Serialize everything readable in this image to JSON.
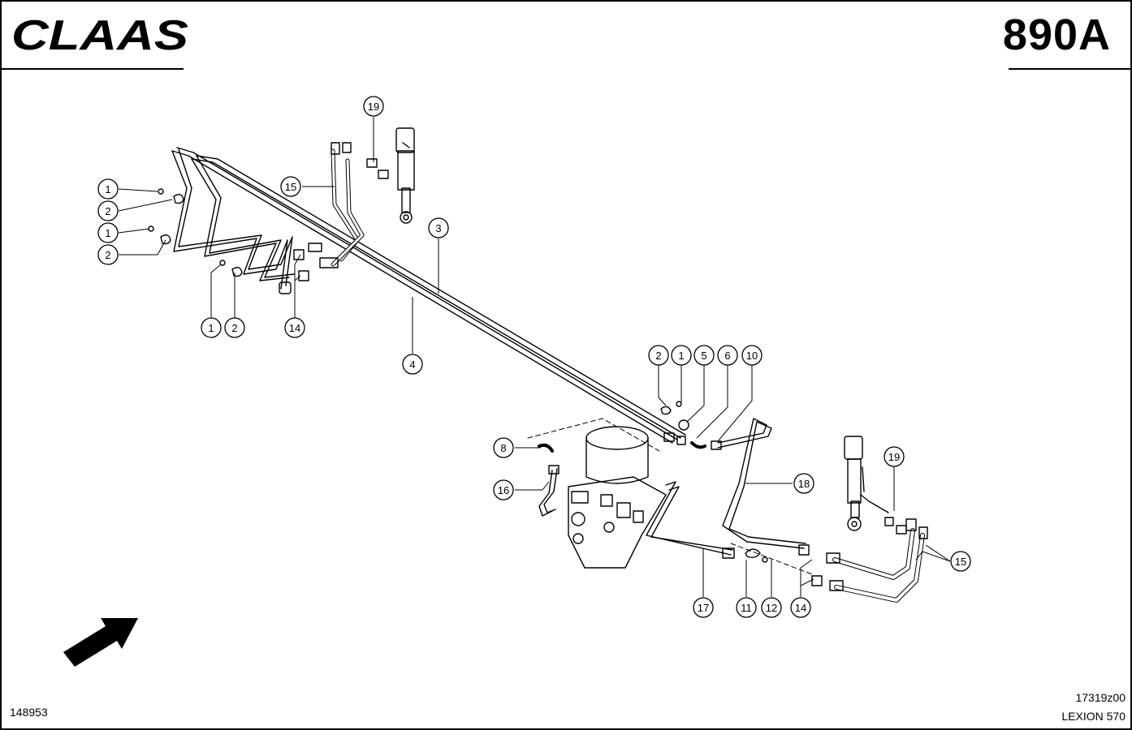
{
  "header": {
    "brand": "CLAAS",
    "page_number": "890A"
  },
  "footer": {
    "left_code": "148953",
    "drawing_code": "17319z00",
    "model": "LEXION 570"
  },
  "callouts": [
    {
      "id": "c1a",
      "label": "1"
    },
    {
      "id": "c2a",
      "label": "2"
    },
    {
      "id": "c1b",
      "label": "1"
    },
    {
      "id": "c2b",
      "label": "2"
    },
    {
      "id": "c1c",
      "label": "1"
    },
    {
      "id": "c2c",
      "label": "2"
    },
    {
      "id": "c14a",
      "label": "14"
    },
    {
      "id": "c15a",
      "label": "15"
    },
    {
      "id": "c19a",
      "label": "19"
    },
    {
      "id": "c3",
      "label": "3"
    },
    {
      "id": "c4",
      "label": "4"
    },
    {
      "id": "c2d",
      "label": "2"
    },
    {
      "id": "c1d",
      "label": "1"
    },
    {
      "id": "c5",
      "label": "5"
    },
    {
      "id": "c6",
      "label": "6"
    },
    {
      "id": "c10",
      "label": "10"
    },
    {
      "id": "c8",
      "label": "8"
    },
    {
      "id": "c16",
      "label": "16"
    },
    {
      "id": "c18",
      "label": "18"
    },
    {
      "id": "c19b",
      "label": "19"
    },
    {
      "id": "c15b",
      "label": "15"
    },
    {
      "id": "c17",
      "label": "17"
    },
    {
      "id": "c11",
      "label": "11"
    },
    {
      "id": "c12",
      "label": "12"
    },
    {
      "id": "c14b",
      "label": "14"
    }
  ]
}
